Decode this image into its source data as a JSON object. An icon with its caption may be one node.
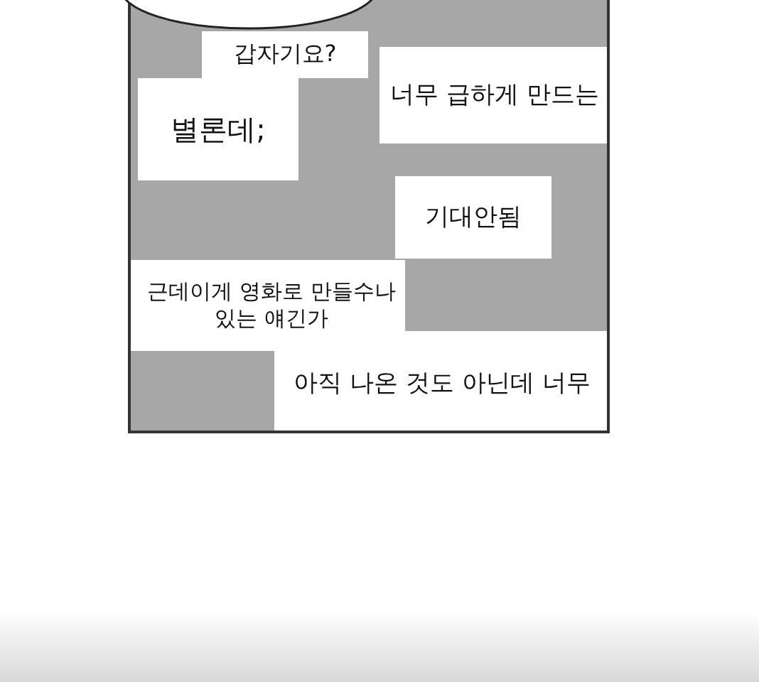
{
  "diagram": {
    "nodes": [
      {
        "text": [],
        "shape": "ellipse"
      },
      {
        "text": [
          "갑자기요?"
        ]
      },
      {
        "text": [
          "별론데;"
        ]
      },
      {
        "text": [
          "너무 급하게 만드는"
        ]
      },
      {
        "text": [
          "기대안됨"
        ]
      },
      {
        "text": [
          "근데이게 영화로 만들수나 있는 얘긴가"
        ]
      },
      {
        "text": [
          "아직 나온 것도 아닌데 너무"
        ]
      }
    ]
  }
}
